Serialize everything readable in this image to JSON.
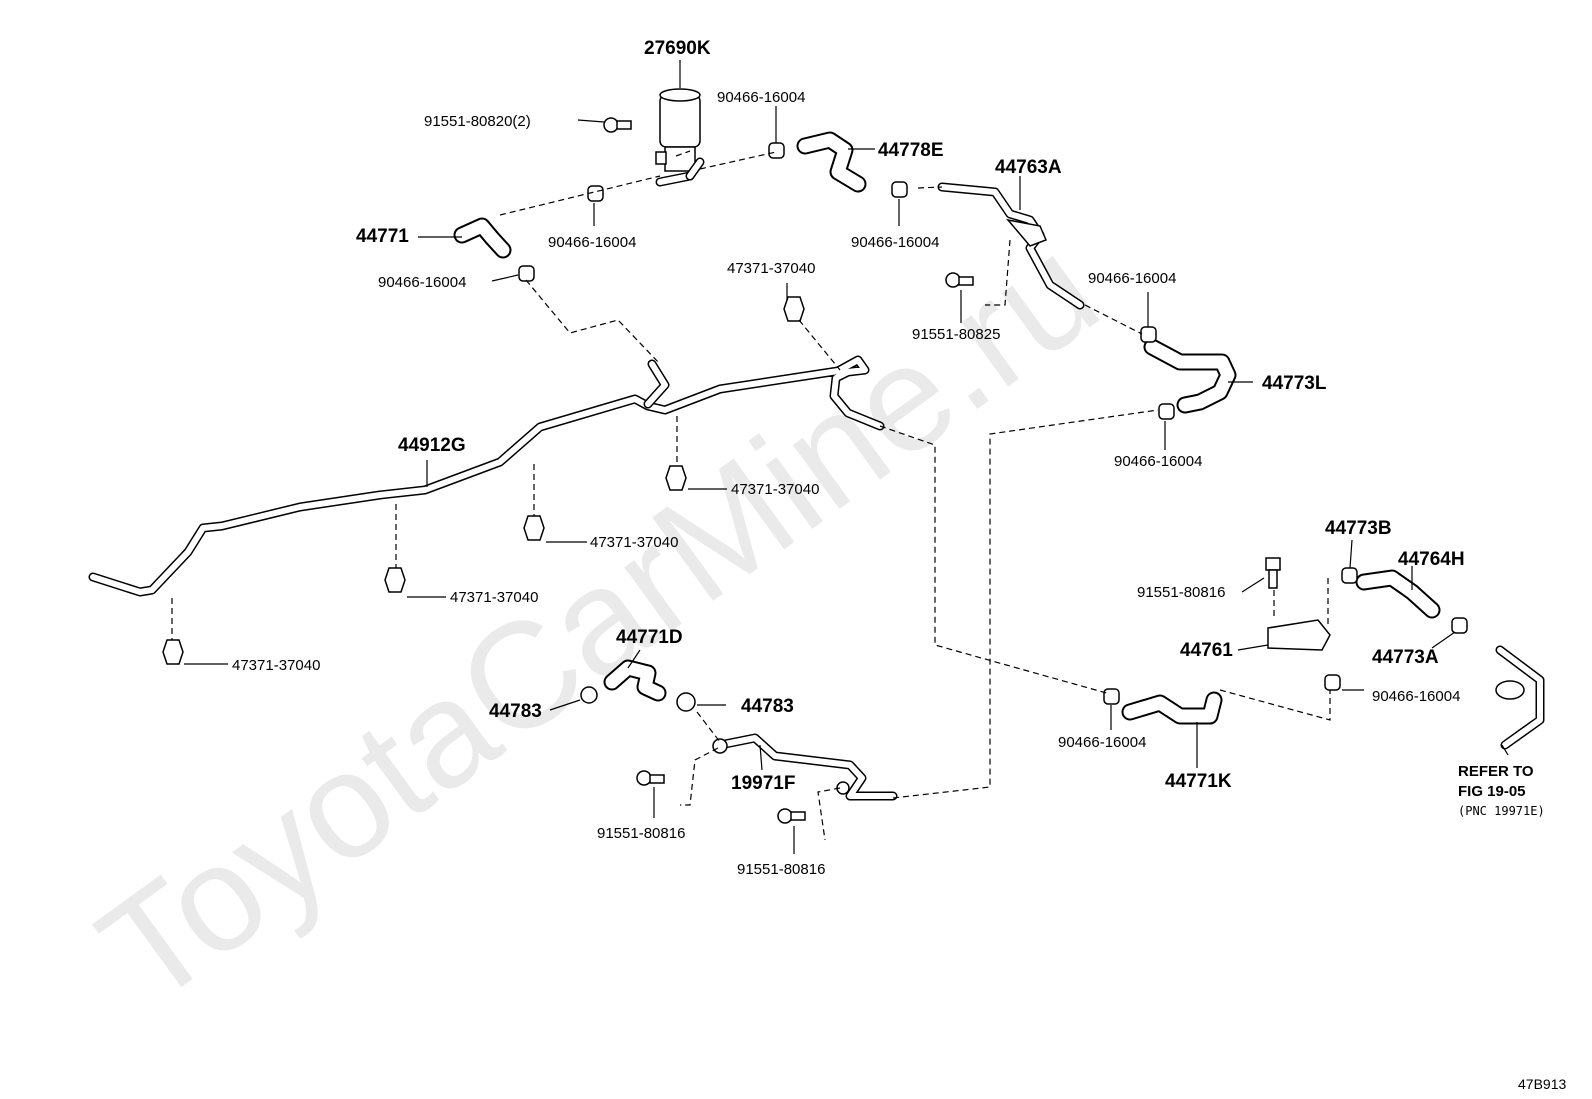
{
  "watermark": "ToyotaCarMine.ru",
  "figure_code": "47B913",
  "labels": {
    "p27690K": "27690K",
    "p91551_80820_2": "91551-80820(2)",
    "p90466_top": "90466-16004",
    "p44778E": "44778E",
    "p44763A": "44763A",
    "p44771": "44771",
    "p90466_a": "90466-16004",
    "p90466_b": "90466-16004",
    "p90466_c": "90466-16004",
    "p47371_top": "47371-37040",
    "p91551_80825": "91551-80825",
    "p90466_d": "90466-16004",
    "p44773L": "44773L",
    "p90466_e": "90466-16004",
    "p44912G": "44912G",
    "p47371_a": "47371-37040",
    "p47371_b": "47371-37040",
    "p47371_c": "47371-37040",
    "p47371_d": "47371-37040",
    "p44773B": "44773B",
    "p44764H": "44764H",
    "p91551_80816_a": "91551-80816",
    "p44761": "44761",
    "p44773A": "44773A",
    "p90466_f": "90466-16004",
    "p44771D": "44771D",
    "p44783_a": "44783",
    "p44783_b": "44783",
    "p19971F": "19971F",
    "p91551_80816_b": "91551-80816",
    "p91551_80816_c": "91551-80816",
    "p90466_g": "90466-16004",
    "p44771K": "44771K",
    "ref_line1": "REFER TO",
    "ref_line2": "FIG 19-05",
    "ref_line3": "(PNC 19971E)"
  }
}
